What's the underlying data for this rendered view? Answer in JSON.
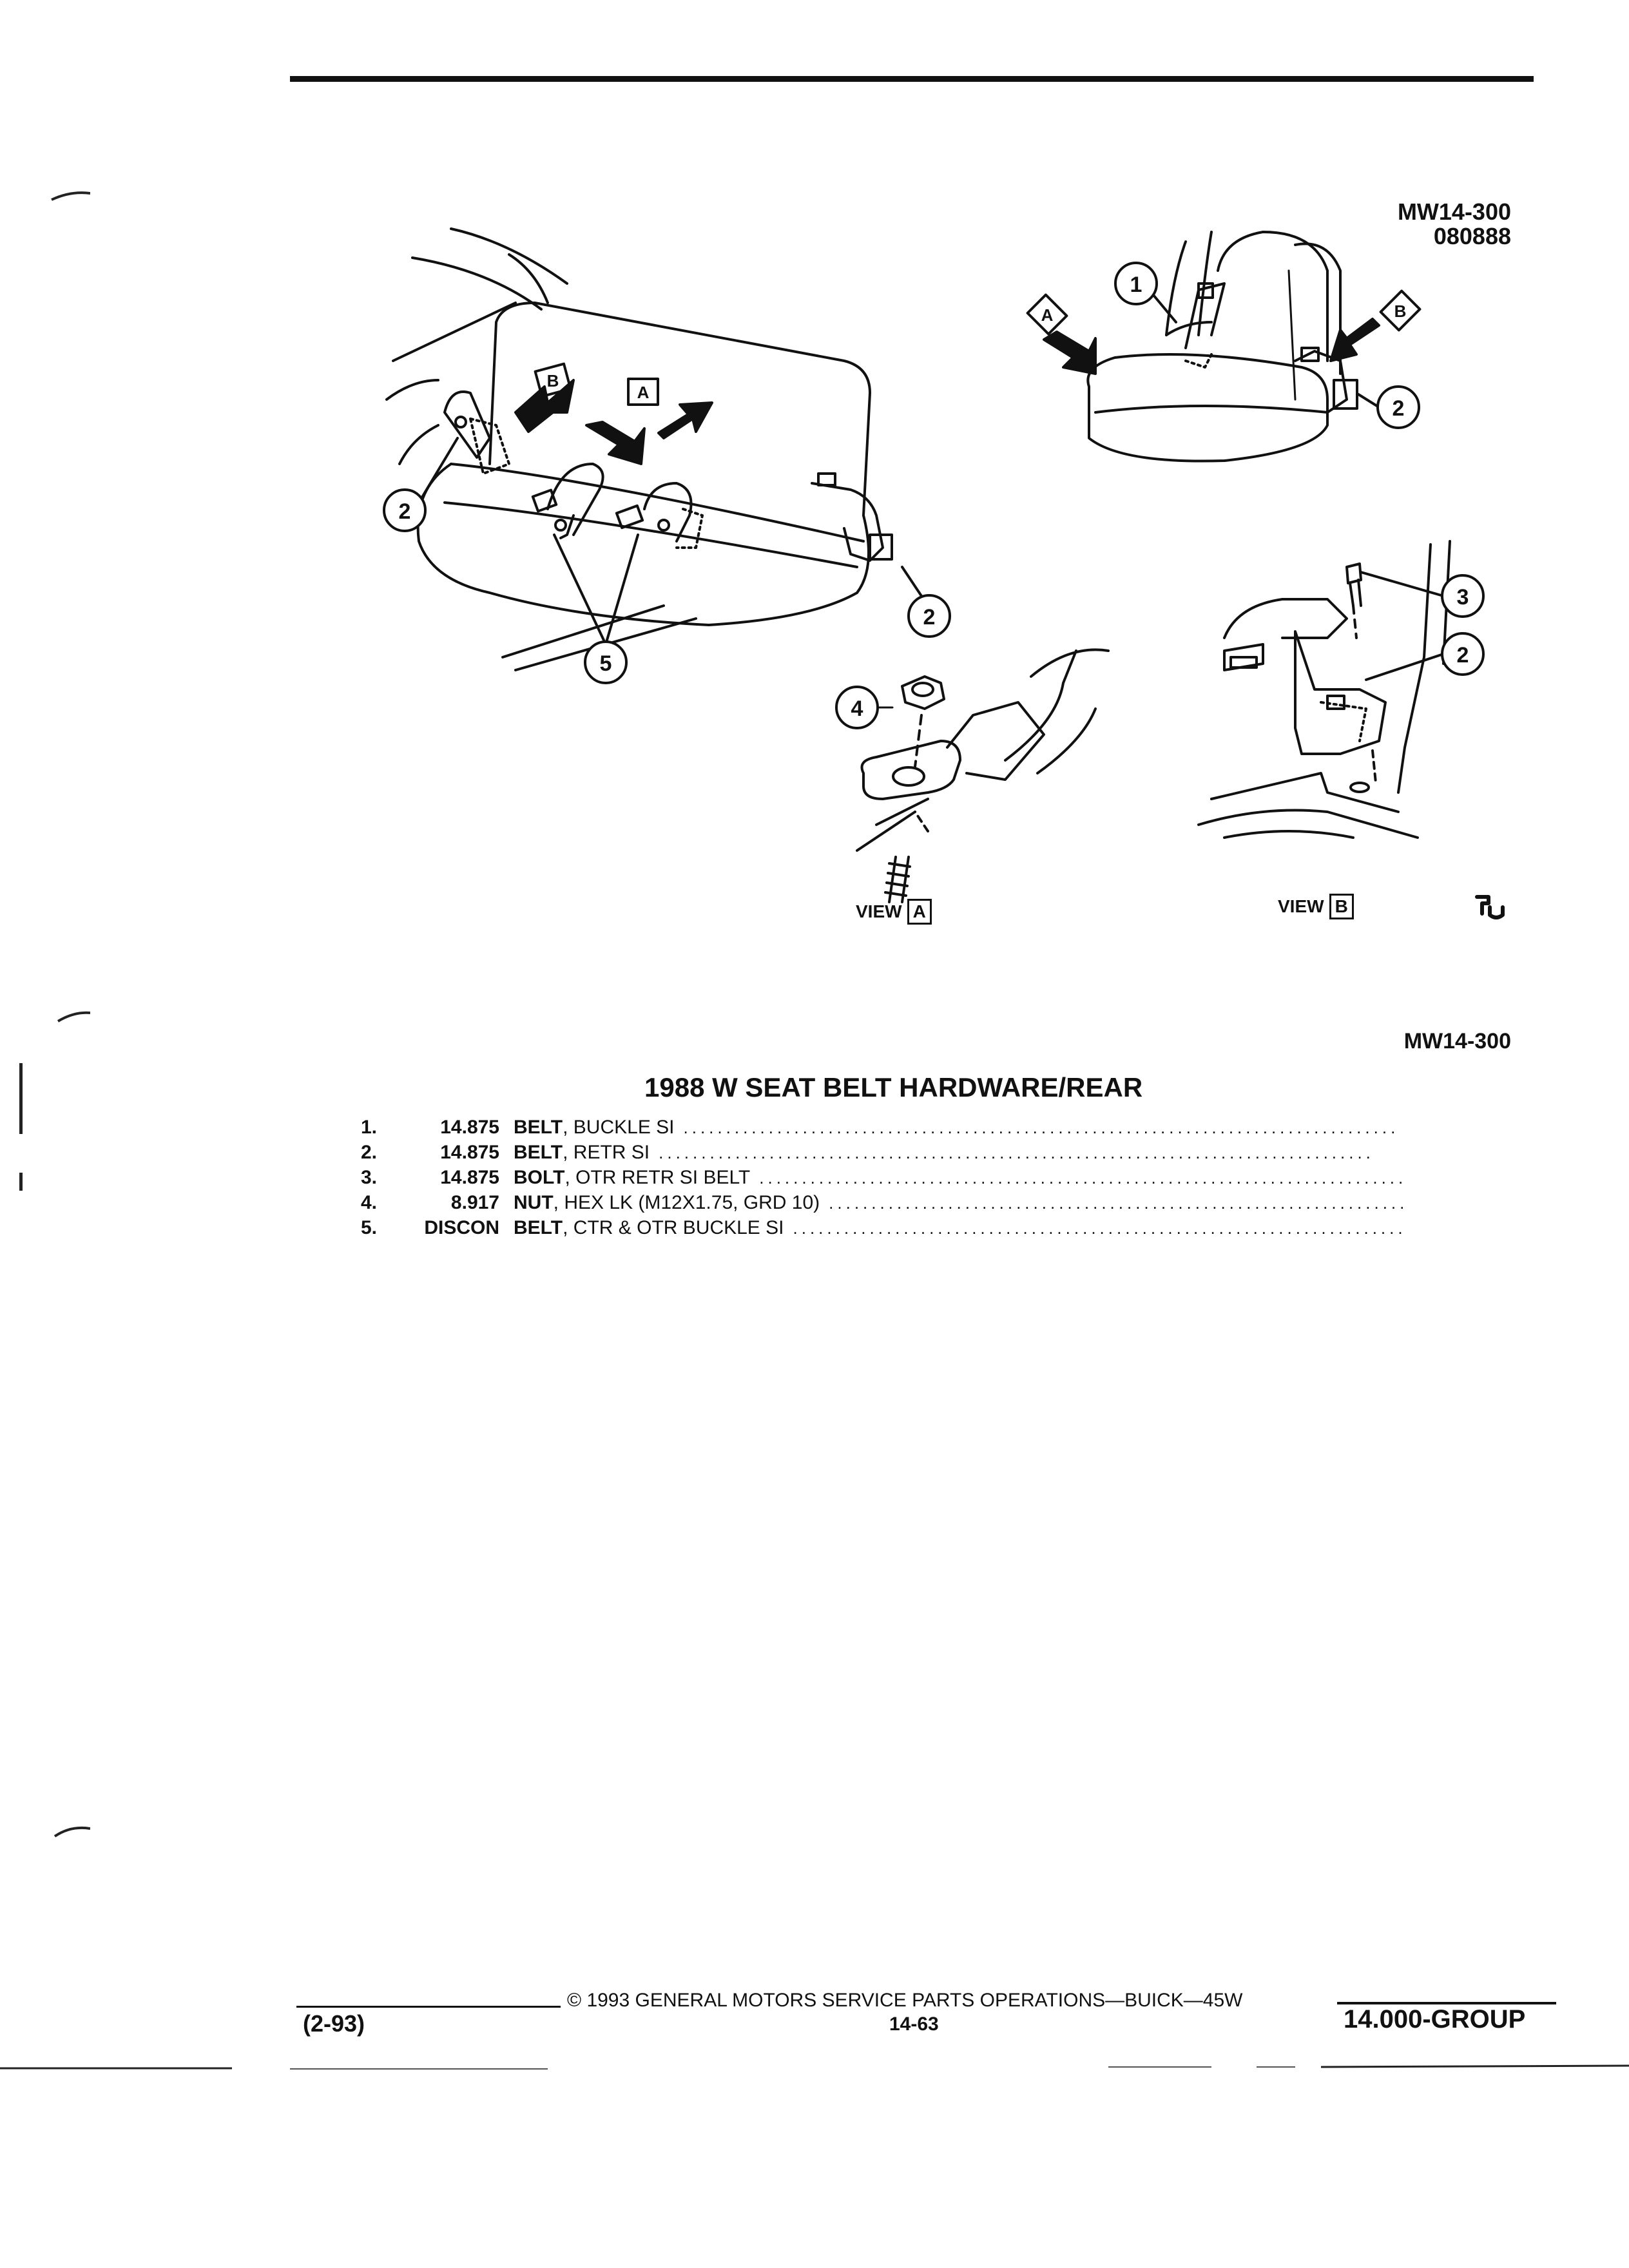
{
  "figure": {
    "ref_code": "MW14-300",
    "ref_date": "080888",
    "view_a_word": "VIEW",
    "view_a_letter": "A",
    "view_b_word": "VIEW",
    "view_b_letter": "B",
    "bottom_ref": "MW14-300",
    "callouts": [
      "1",
      "2",
      "3",
      "4",
      "5"
    ],
    "arrow_labels": [
      "A",
      "B"
    ]
  },
  "section_title": "1988 W SEAT BELT HARDWARE/REAR",
  "parts": [
    {
      "num": "1.",
      "qty": "14.875",
      "name": "BELT",
      "desc": ", BUCKLE SI"
    },
    {
      "num": "2.",
      "qty": "14.875",
      "name": "BELT",
      "desc": ", RETR SI"
    },
    {
      "num": "3.",
      "qty": "14.875",
      "name": "BOLT",
      "desc": ", OTR RETR SI BELT"
    },
    {
      "num": "4.",
      "qty": "8.917",
      "name": "NUT",
      "desc": ", HEX LK (M12X1.75, GRD 10)"
    },
    {
      "num": "5.",
      "qty": "DISCON",
      "name": "BELT",
      "desc": ", CTR & OTR BUCKLE SI"
    }
  ],
  "footer": {
    "date_code": "(2-93)",
    "copyright": "© 1993 GENERAL MOTORS SERVICE PARTS OPERATIONS—BUICK—45W",
    "page_number": "14-63",
    "group": "14.000-GROUP"
  }
}
